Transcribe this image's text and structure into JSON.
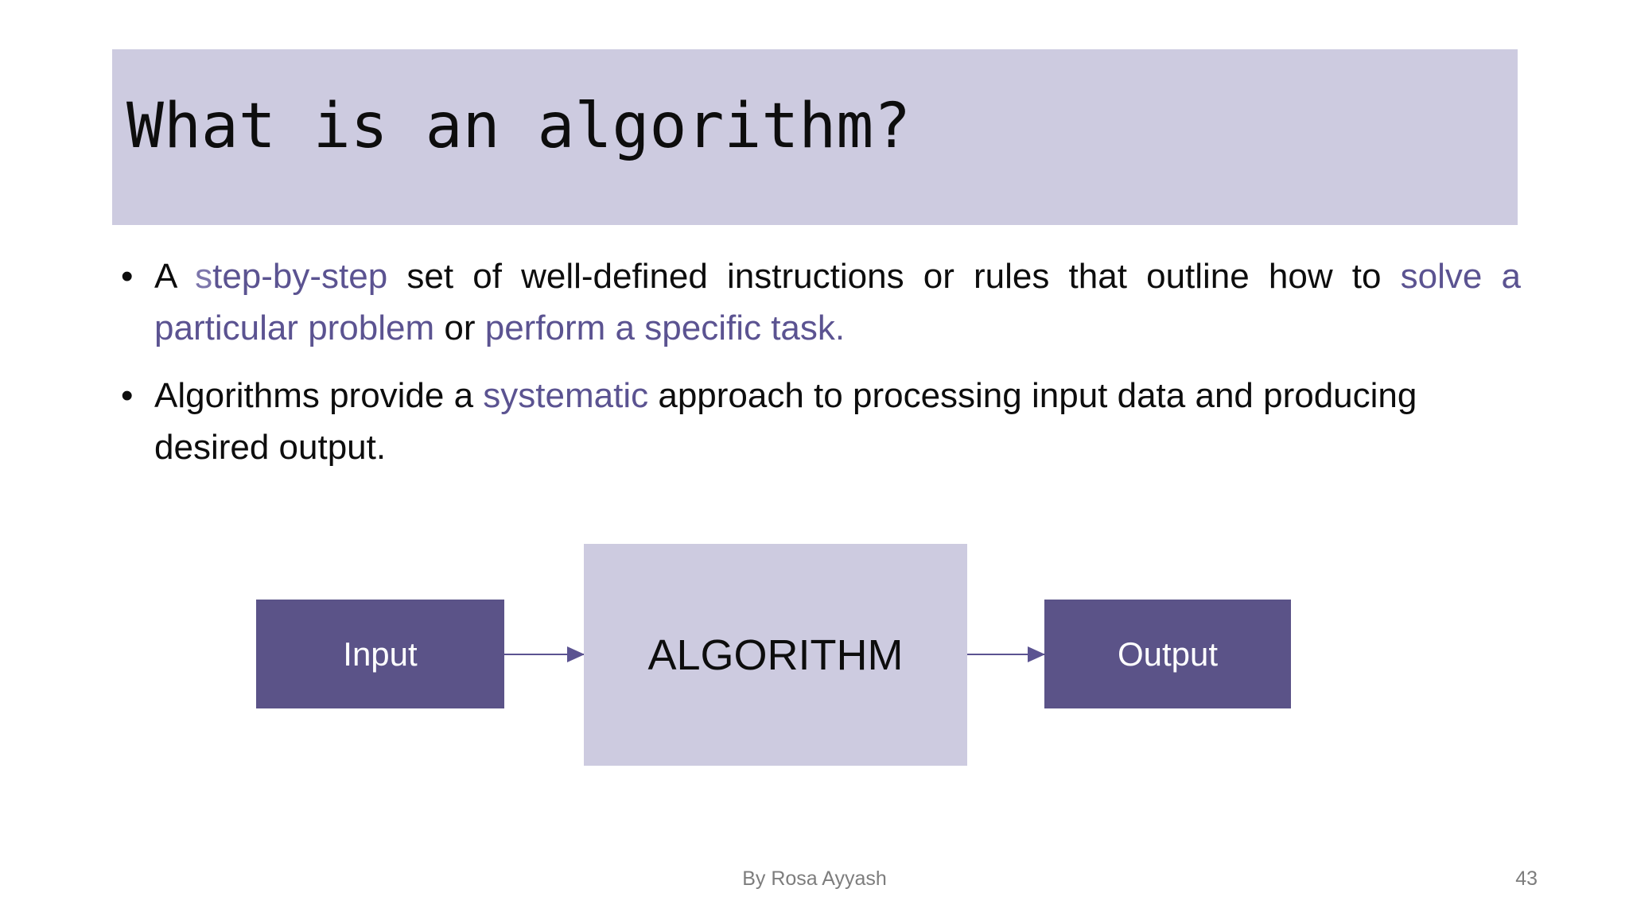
{
  "slide": {
    "title": "What is an algorithm?",
    "bullets": [
      {
        "marker": "•",
        "segments": [
          {
            "text": "A ",
            "style": "plain"
          },
          {
            "text": "s",
            "style": "accent-lead"
          },
          {
            "text": "tep-by-step",
            "style": "accent"
          },
          {
            "text": " set of well-defined instructions or rules that outline how to ",
            "style": "plain"
          },
          {
            "text": "solve a particular problem",
            "style": "accent"
          },
          {
            "text": " or ",
            "style": "plain"
          },
          {
            "text": "perform a specific task.",
            "style": "accent"
          }
        ]
      },
      {
        "marker": "•",
        "segments": [
          {
            "text": "Algorithms provide a ",
            "style": "plain"
          },
          {
            "text": "systematic",
            "style": "accent"
          },
          {
            "text": " approach to processing input data and producing desired output.",
            "style": "plain"
          }
        ]
      }
    ],
    "diagram": {
      "input_label": "Input",
      "algorithm_label": "ALGORITHM",
      "output_label": "Output",
      "arrow_1": "arrow-right",
      "arrow_2": "arrow-right"
    },
    "footer": {
      "author": "By Rosa Ayyash",
      "page_number": "43"
    },
    "colors": {
      "banner_fill": "#cdcbe0",
      "accent_purple": "#5b5391",
      "node_fill_dark": "#5b5388",
      "node_fill_light": "#cdcbe0",
      "text_dark": "#0d0d0d",
      "footer_gray": "#7d7d7d",
      "background": "#ffffff"
    }
  }
}
